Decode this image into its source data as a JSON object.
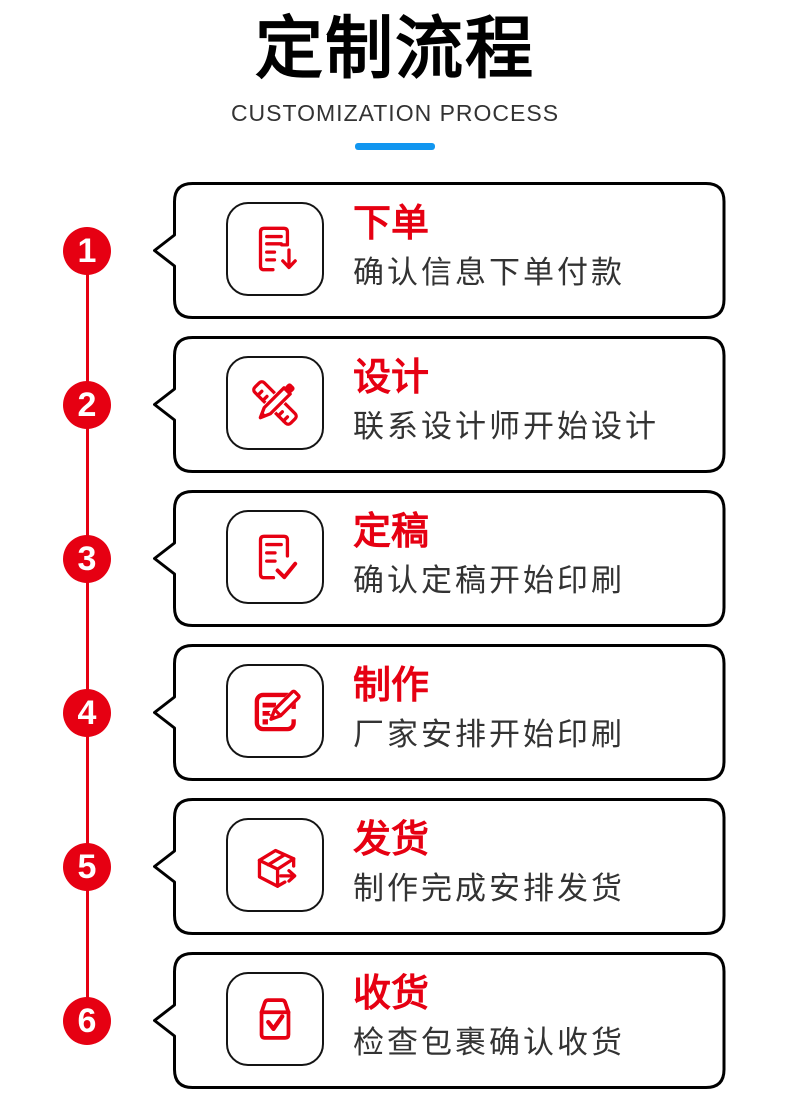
{
  "header": {
    "title": "定制流程",
    "subtitle": "CUSTOMIZATION PROCESS",
    "underline_color": "#1196f0"
  },
  "theme": {
    "accent_red": "#e60012",
    "outline_black": "#000000",
    "text_dark": "#333333",
    "background": "#ffffff"
  },
  "steps": [
    {
      "number": "1",
      "title": "下单",
      "subtitle": "确认信息下单付款",
      "icon": "order-document-icon"
    },
    {
      "number": "2",
      "title": "设计",
      "subtitle": "联系设计师开始设计",
      "icon": "ruler-pencil-icon"
    },
    {
      "number": "3",
      "title": "定稿",
      "subtitle": "确认定稿开始印刷",
      "icon": "document-check-icon"
    },
    {
      "number": "4",
      "title": "制作",
      "subtitle": "厂家安排开始印刷",
      "icon": "edit-form-icon"
    },
    {
      "number": "5",
      "title": "发货",
      "subtitle": "制作完成安排发货",
      "icon": "shipping-box-arrow-icon"
    },
    {
      "number": "6",
      "title": "收货",
      "subtitle": "检查包裹确认收货",
      "icon": "package-check-icon"
    }
  ]
}
